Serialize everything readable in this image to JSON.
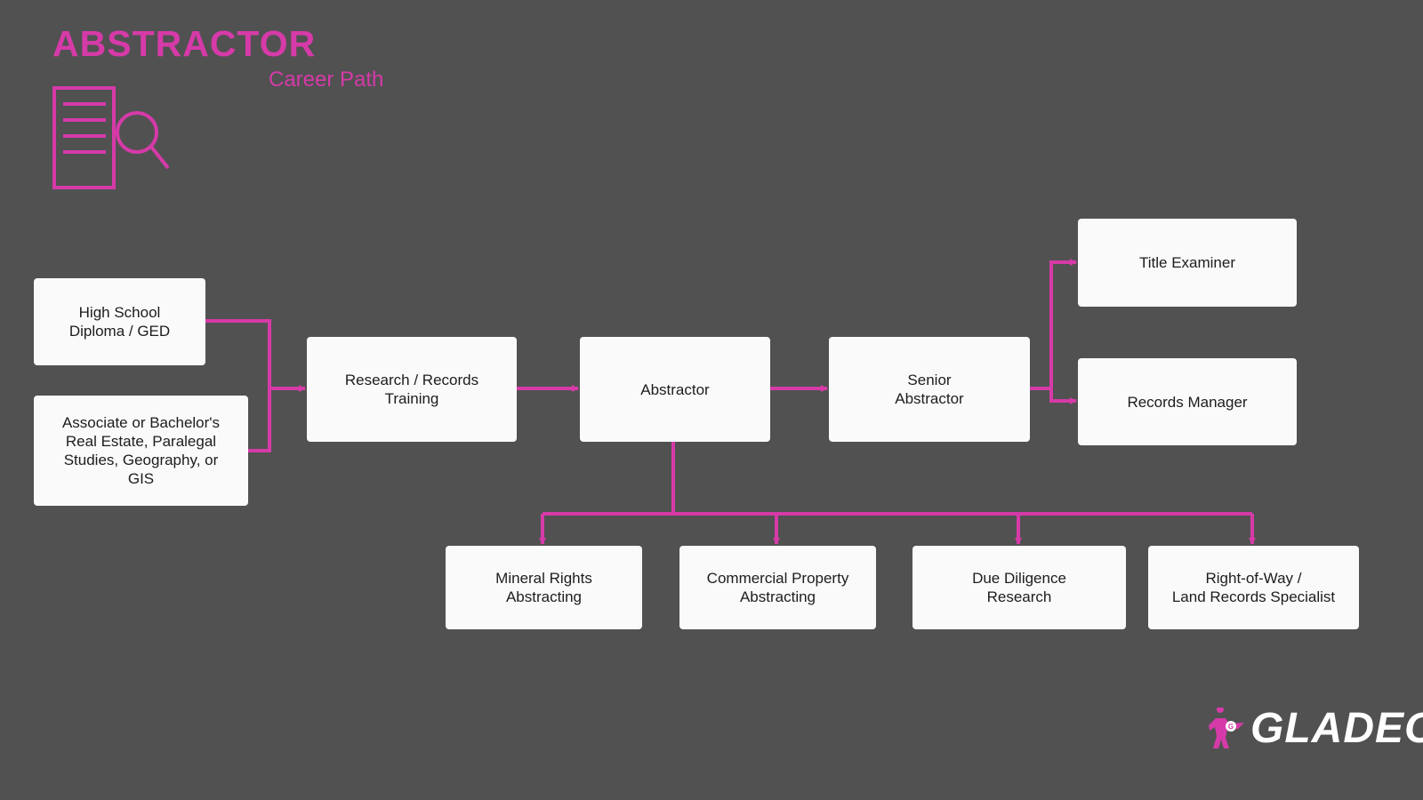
{
  "header": {
    "title": "ABSTRACTOR",
    "subtitle": "Career Path"
  },
  "icons": {
    "document": "document-magnifier-icon",
    "mascot": "superhero-mascot-icon"
  },
  "colors": {
    "background": "#515151",
    "accent": "#d63aa8",
    "box": "#fafafa",
    "text": "#1d1d1d"
  },
  "nodes": {
    "high_school": "High School\nDiploma / GED",
    "degree": "Associate or Bachelor's\nReal Estate, Paralegal\nStudies, Geography, or\nGIS",
    "training": "Research / Records\nTraining",
    "abstractor": "Abstractor",
    "senior": "Senior\nAbstractor",
    "title_examiner": "Title Examiner",
    "records_manager": "Records Manager",
    "mineral": "Mineral Rights\nAbstracting",
    "commercial": "Commercial Property\nAbstracting",
    "due_diligence": "Due Diligence\nResearch",
    "row": "Right-of-Way /\nLand Records Specialist"
  },
  "logo": {
    "wordmark": "GLADEO",
    "mascot_letter": "G",
    "trademark": "®"
  }
}
